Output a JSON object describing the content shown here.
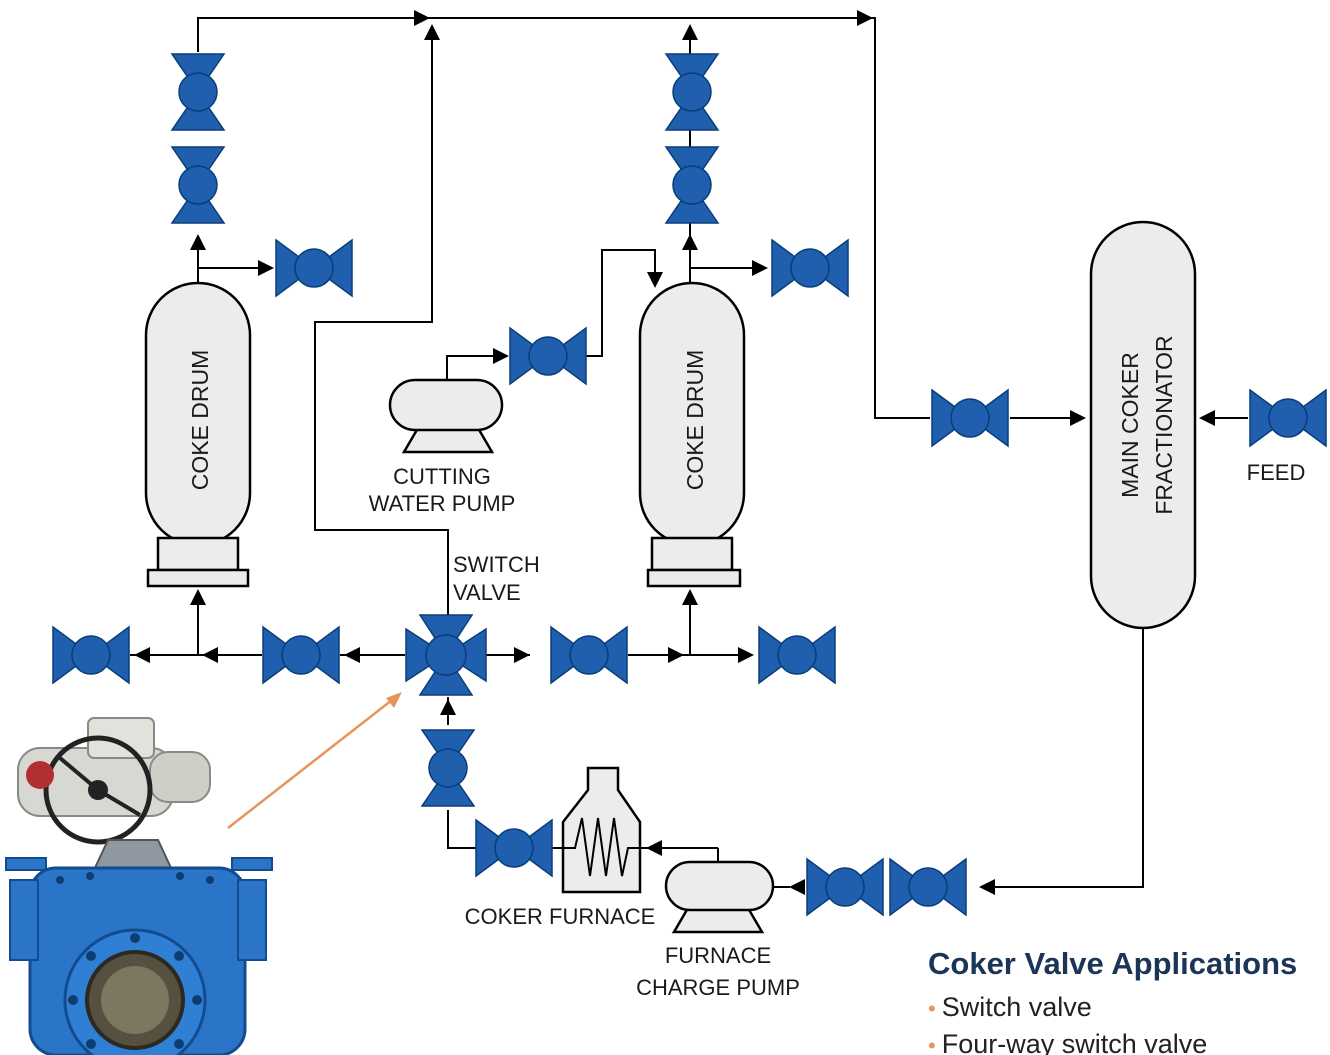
{
  "labels": {
    "coke_drum_left": "COKE DRUM",
    "coke_drum_right": "COKE DRUM",
    "cutting_water_pump": [
      "CUTTING",
      "WATER PUMP"
    ],
    "switch_valve": [
      "SWITCH",
      "VALVE"
    ],
    "main_coker_fractionator": [
      "MAIN COKER",
      "FRACTIONATOR"
    ],
    "feed": "FEED",
    "coker_furnace": "COKER FURNACE",
    "furnace_charge_pump": [
      "FURNACE",
      "CHARGE PUMP"
    ]
  },
  "applications": {
    "title": "Coker Valve Applications",
    "items": [
      "Switch valve",
      "Four-way switch valve"
    ]
  },
  "colors": {
    "valve_blue": "#1f5fae",
    "vessel_fill": "#ececec",
    "pointer_arrow": "#e8935a",
    "title_color": "#1a3558"
  },
  "icons": {
    "photo": "four-way-switch-valve-photo"
  }
}
